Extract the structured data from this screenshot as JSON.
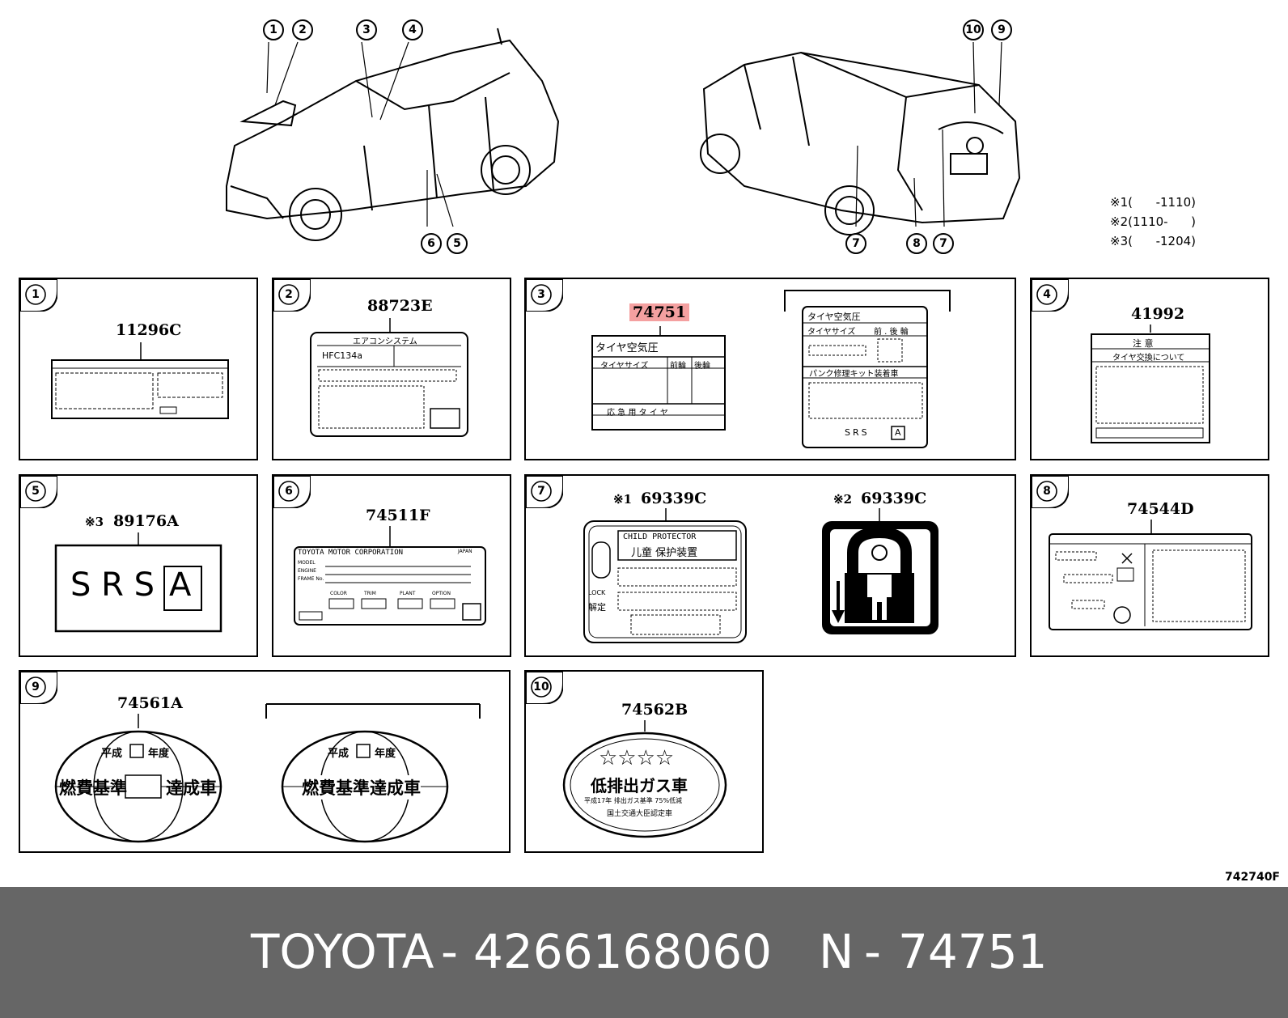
{
  "callouts_front": [
    "1",
    "2",
    "3",
    "4",
    "6",
    "5"
  ],
  "callouts_rear": [
    "10",
    "9",
    "7",
    "8",
    "7"
  ],
  "legend": [
    {
      "mark": "※1",
      "text": "(      -1110)"
    },
    {
      "mark": "※2",
      "text": "(1110-      )"
    },
    {
      "mark": "※3",
      "text": "(      -1204)"
    }
  ],
  "panels": [
    {
      "num": "1",
      "part": "11296C"
    },
    {
      "num": "2",
      "part": "88723E",
      "labels": {
        "title": "エアコンシステム",
        "refrigerant": "HFC134a"
      }
    },
    {
      "num": "3",
      "part": "74751",
      "highlight": true,
      "labels": {
        "a_title": "タイヤ空気圧",
        "a_size": "タイヤサイズ",
        "a_front": "前輪",
        "a_rear": "後輪",
        "a_spare": "応 急 用 タ イ ヤ",
        "b_title": "タイヤ空気圧",
        "b_size": "タイヤサイズ",
        "b_frontrear": "前 . 後 輪",
        "b_kit": "パンク修理キット装着車",
        "b_srs": "SRS",
        "b_a": "A"
      }
    },
    {
      "num": "4",
      "part": "41992",
      "labels": {
        "caution": "注 意",
        "tire": "タイヤ交換について"
      }
    },
    {
      "num": "5",
      "part": "89176A",
      "mark": "※3",
      "labels": {
        "srs": "S R S",
        "a": "A"
      }
    },
    {
      "num": "6",
      "part": "74511F",
      "labels": {
        "maker": "TOYOTA MOTOR CORPORATION",
        "japan": "JAPAN",
        "model": "MODEL",
        "engine": "ENGINE",
        "frame": "FRAME No.",
        "color": "COLOR",
        "trim": "TRIM",
        "plant": "PLANT",
        "option": "OPTION"
      }
    },
    {
      "num": "7",
      "parts": [
        {
          "mark": "※1",
          "part": "69339C"
        },
        {
          "mark": "※2",
          "part": "69339C"
        }
      ],
      "labels": {
        "child": "CHILD PROTECTOR",
        "jp": "儿童 保护装置",
        "lock": "LOCK",
        "free": "解定"
      }
    },
    {
      "num": "8",
      "part": "74544D"
    },
    {
      "num": "9",
      "part": "74561A",
      "labels": {
        "heisei": "平成",
        "nendo": "年度",
        "fuel_left": "燃費基準",
        "fuel_right": "達成車",
        "fuel_full": "燃費基準達成車"
      }
    },
    {
      "num": "10",
      "part": "74562B",
      "labels": {
        "stars": "☆☆☆☆",
        "lowgas": "低排出ガス車",
        "line1": "平成17年 排出ガス基準 75%低減",
        "line2": "国土交通大臣認定車"
      }
    }
  ],
  "ref_code": "742740F",
  "footer": {
    "brand": "TOYOTA",
    "dash1": "-",
    "catalog": "4266168060",
    "prefix": "N",
    "dash2": "-",
    "part": "74751"
  },
  "colors": {
    "footer_bg": "#666666",
    "highlight": "#f4a0a0"
  }
}
